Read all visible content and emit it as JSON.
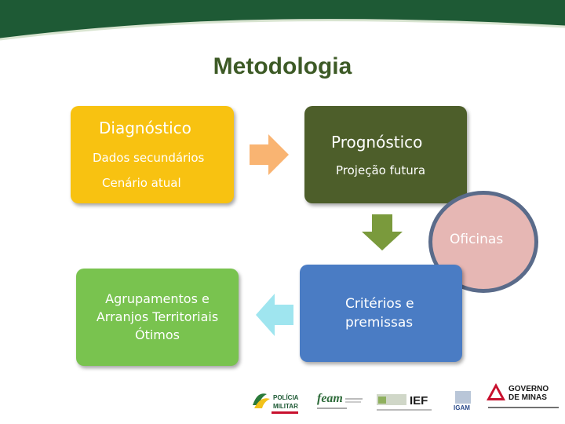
{
  "title": "Metodologia",
  "diagnostico": {
    "heading": "Diagnóstico",
    "line1": "Dados secundários",
    "line2": "Cenário atual"
  },
  "prognostico": {
    "heading": "Prognóstico",
    "line1": "Projeção futura"
  },
  "criterios": {
    "line1": "Critérios e",
    "line2": "premissas"
  },
  "agrupamentos": {
    "line1": "Agrupamentos e",
    "line2": "Arranjos Territoriais",
    "line3": "Ótimos"
  },
  "oficinas": "Oficinas",
  "logos": {
    "policia_line1": "POLÍCIA",
    "policia_line2": "MILITAR",
    "feam": "feam",
    "ief": "IEF",
    "igam": "IGAM",
    "governo_line1": "GOVERNO",
    "governo_line2": "DE MINAS"
  },
  "colors": {
    "frame_green": "#1e5a35",
    "diagnostico": "#f8c211",
    "prognostico": "#4d5e2a",
    "agrupamentos": "#79c34f",
    "criterios": "#4a7cc4",
    "oficinas": "#e6b7b4",
    "arrow_orange": "#f9b472",
    "arrow_green": "#7a9a3c",
    "arrow_cyan": "#9fe5ef"
  }
}
